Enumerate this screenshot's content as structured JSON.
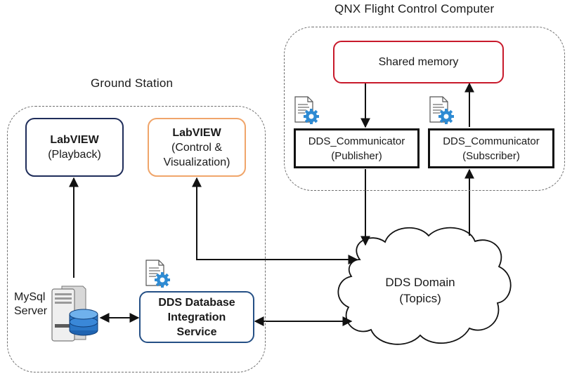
{
  "groups": {
    "qnx_title": "QNX Flight Control Computer",
    "ground_title": "Ground Station"
  },
  "boxes": {
    "shared_memory": "Shared memory",
    "publisher": {
      "line1": "DDS_Communicator",
      "line2": "(Publisher)"
    },
    "subscriber": {
      "line1": "DDS_Communicator",
      "line2": "(Subscriber)"
    },
    "labview_playback": {
      "line1": "LabVIEW",
      "line2": "(Playback)"
    },
    "labview_control": {
      "line1": "LabVIEW",
      "line2": "(Control &",
      "line3": "Visualization)"
    },
    "dds_db_service": {
      "line1": "DDS Database",
      "line2": "Integration",
      "line3": "Service"
    }
  },
  "mysql_label": {
    "line1": "MySql",
    "line2": "Server"
  },
  "cloud": {
    "line1": "DDS Domain",
    "line2": "(Topics)"
  },
  "icons": {
    "service_icon": "document-gear-icon",
    "server_icon": "database-server-icon",
    "cloud_icon": "cloud-icon"
  },
  "colors": {
    "navy": "#1f2d5a",
    "orange": "#f0a56a",
    "red": "#c8192b",
    "blue": "#244f85",
    "gear": "#2e8bd3"
  }
}
